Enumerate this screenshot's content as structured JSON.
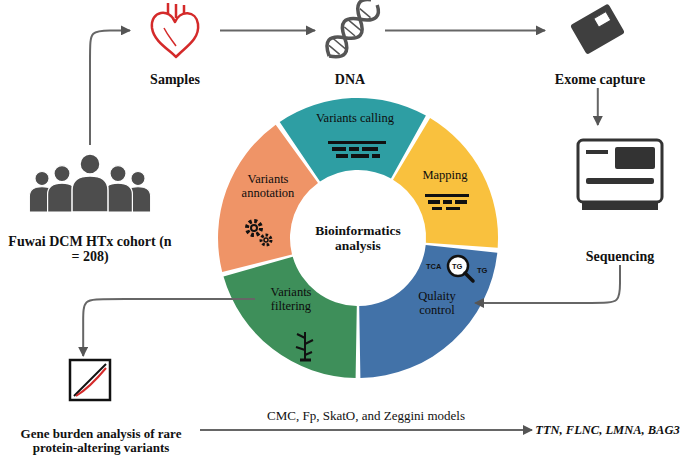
{
  "diagram": {
    "nodes": [
      {
        "text": [
          "Samples"
        ]
      },
      {
        "text": [
          "DNA"
        ]
      },
      {
        "text": [
          "Exome capture"
        ]
      },
      {
        "text": [
          "Fuwai DCM HTx cohort (n = 208)"
        ]
      },
      {
        "text": [
          "Bioinformatics analysis"
        ]
      },
      {
        "text": [
          "Variants calling"
        ]
      },
      {
        "text": [
          "Mapping"
        ]
      },
      {
        "text": [
          "Variants annotation"
        ]
      },
      {
        "text": [
          "Qulaity control"
        ]
      },
      {
        "text": [
          "Variants filtering"
        ]
      },
      {
        "text": [
          "Sequencing"
        ]
      },
      {
        "text": [
          "Gene burden analysis of rare protein-altering variants"
        ]
      },
      {
        "text": [
          "TTN, FLNC, LMNA, BAG3"
        ]
      }
    ],
    "edges": [
      {
        "from": 3,
        "to": 0,
        "arrow": "to"
      },
      {
        "from": 0,
        "to": 1,
        "arrow": "to"
      },
      {
        "from": 1,
        "to": 2,
        "arrow": "to"
      },
      {
        "from": 2,
        "to": 10,
        "arrow": "to"
      },
      {
        "from": 10,
        "to": 8,
        "arrow": "to"
      },
      {
        "from": 9,
        "to": 11,
        "arrow": "to"
      },
      {
        "from": 11,
        "to": 12,
        "label": "CMC, Fp, SkatO, and Zeggini models",
        "arrow": "to"
      }
    ],
    "labels": [
      "TCA",
      "TG",
      "TG"
    ]
  }
}
